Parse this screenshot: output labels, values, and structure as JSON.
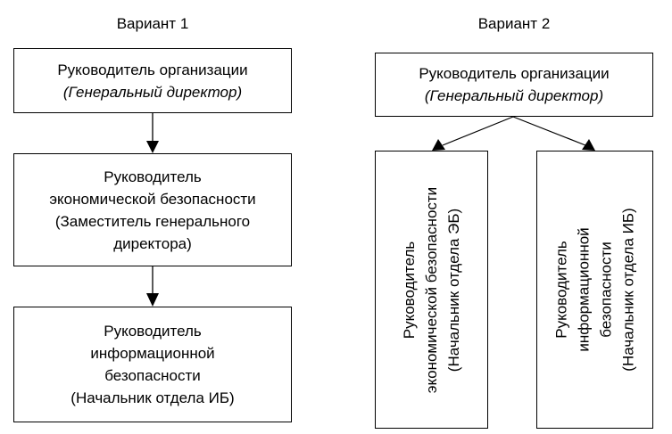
{
  "variant1": {
    "title": "Вариант 1",
    "nodes": [
      {
        "lines": [
          "Руководитель организации",
          "(Генеральный директор)"
        ],
        "italic_line": 1
      },
      {
        "lines": [
          "Руководитель",
          "экономической безопасности",
          "(Заместитель генерального",
          "директора)"
        ]
      },
      {
        "lines": [
          "Руководитель",
          "информационной",
          "безопасности",
          "(Начальник отдела ИБ)"
        ]
      }
    ]
  },
  "variant2": {
    "title": "Вариант 2",
    "root": {
      "lines": [
        "Руководитель организации",
        "(Генеральный директор)"
      ],
      "italic_line": 1
    },
    "children": [
      {
        "lines": [
          "Руководитель",
          "экономической безопасности",
          "(Начальник отдела ЭБ)"
        ]
      },
      {
        "lines": [
          "Руководитель",
          "информационной",
          "безопасности",
          "(Начальник отдела ИБ)"
        ]
      }
    ]
  }
}
